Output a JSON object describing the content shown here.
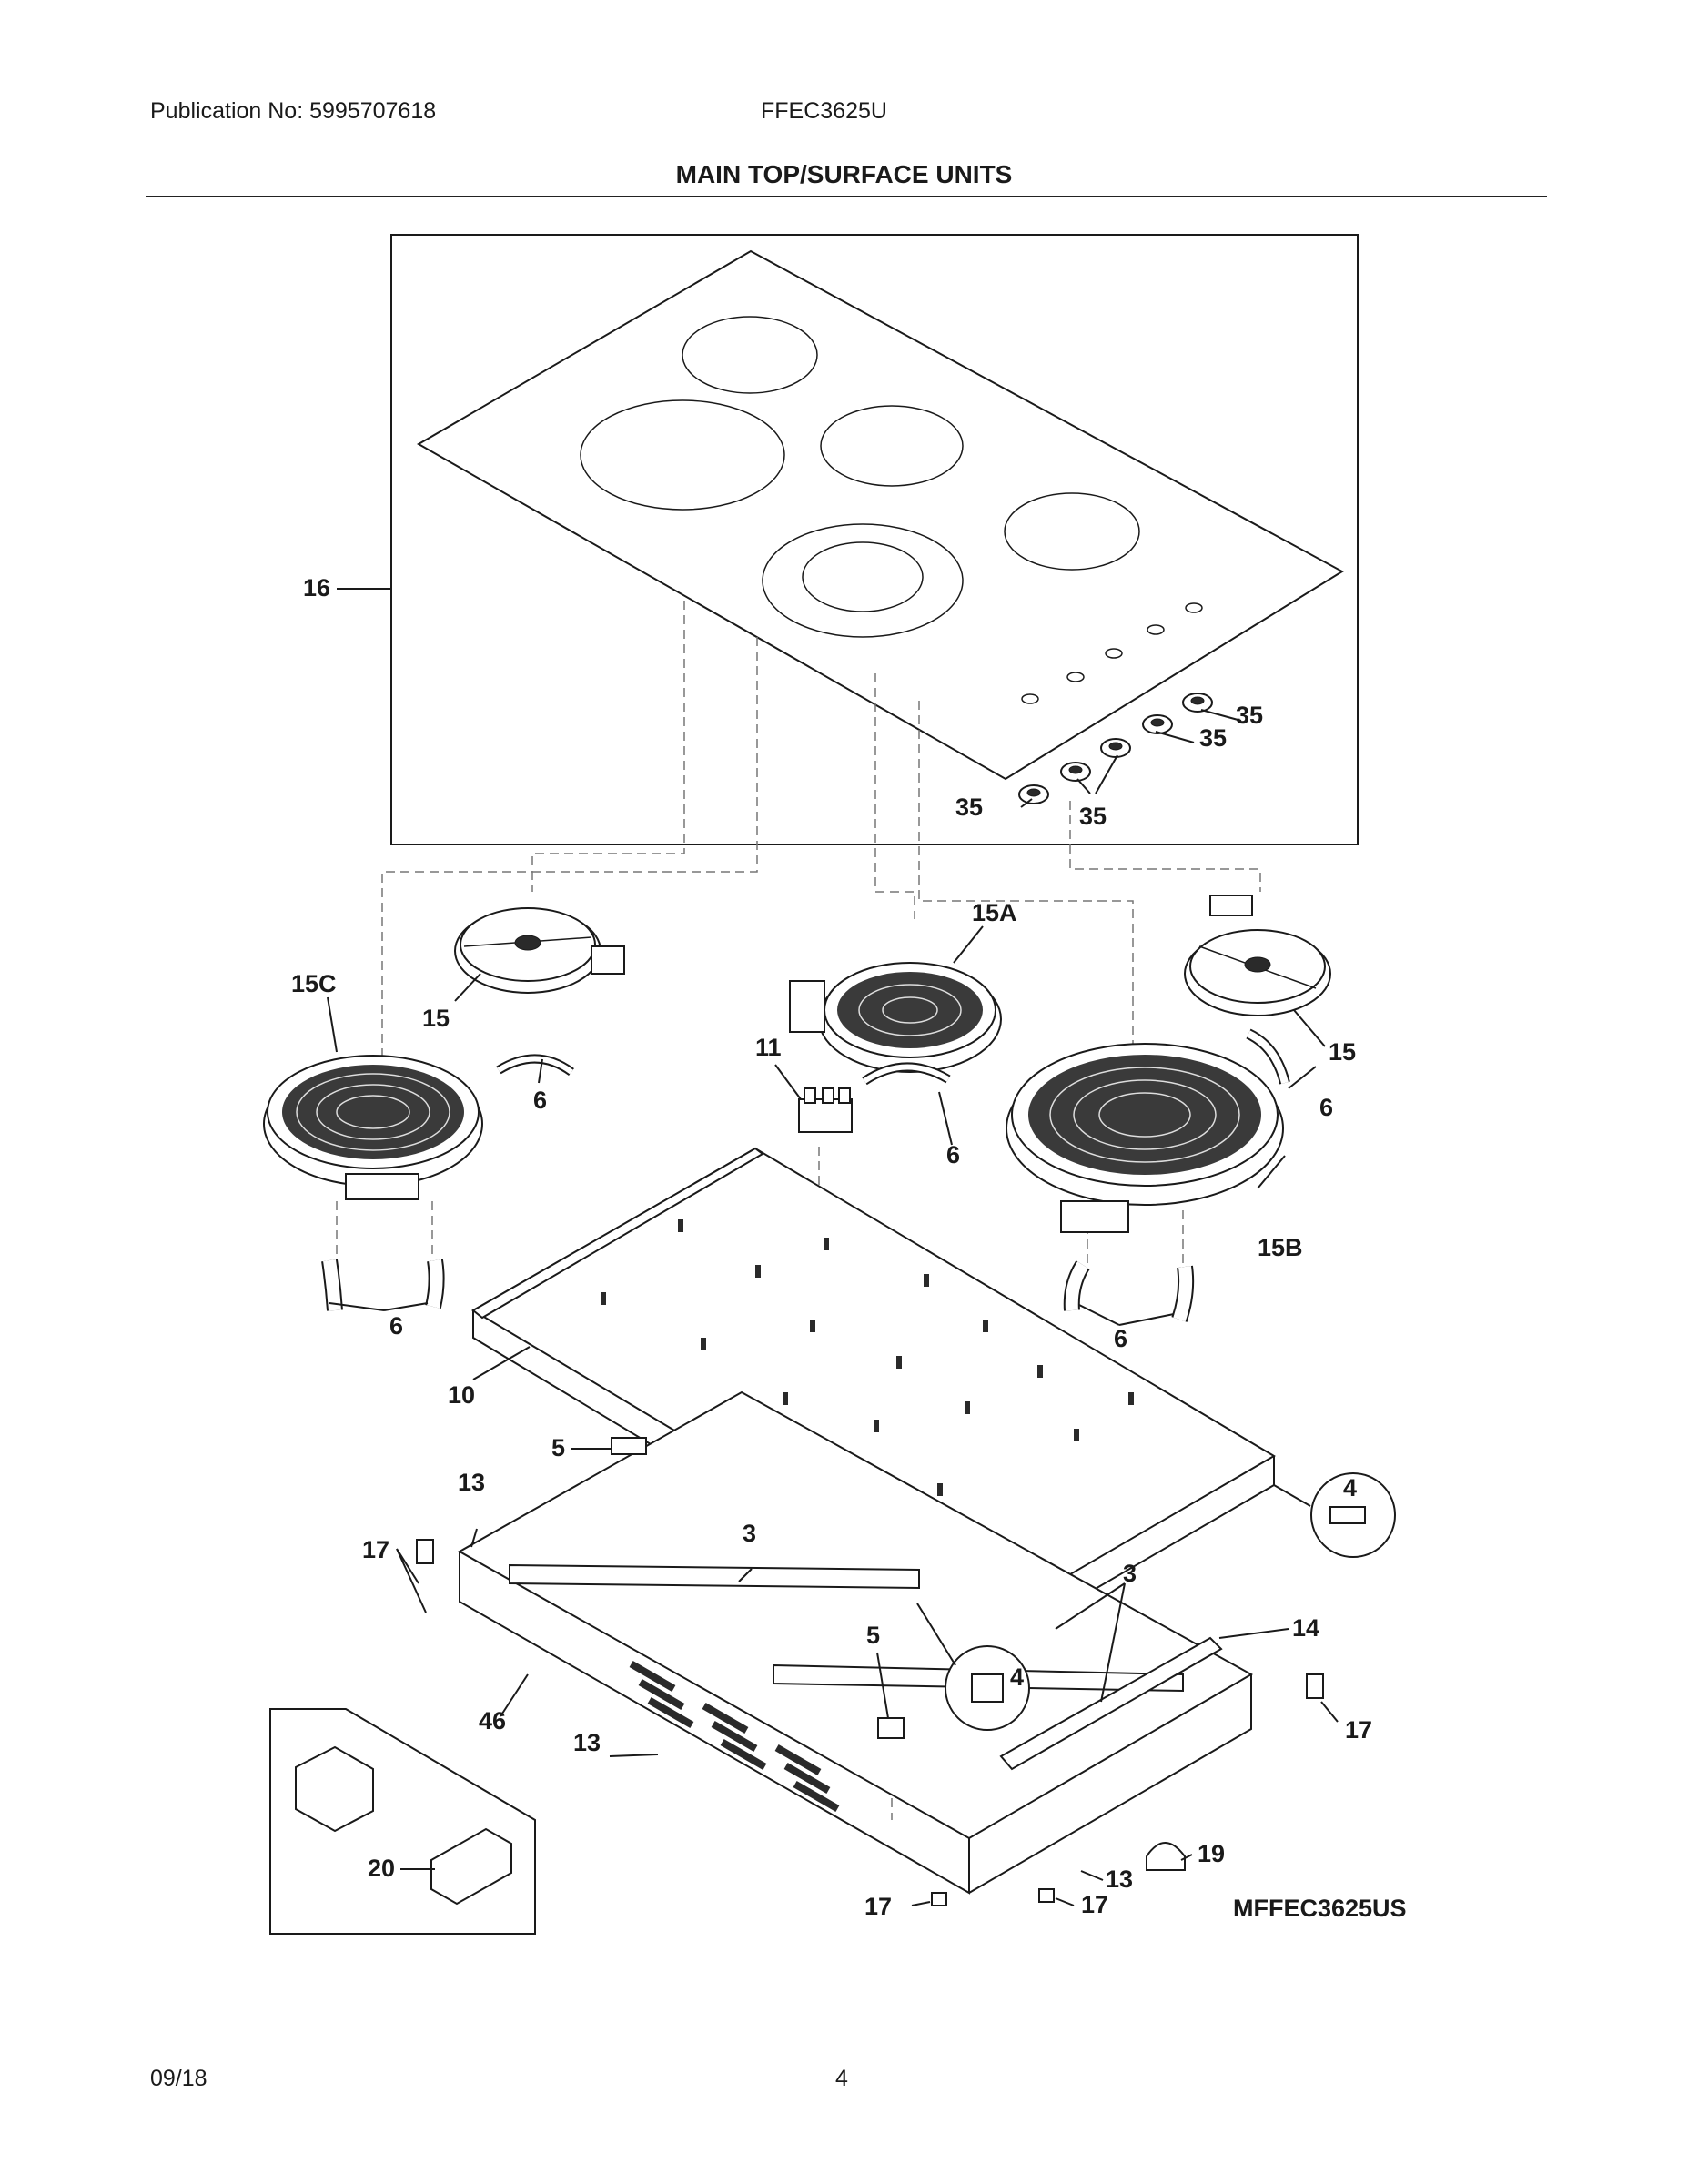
{
  "header": {
    "publication": "Publication No: 5995707618",
    "model": "FFEC3625U",
    "title": "MAIN TOP/SURFACE UNITS"
  },
  "footer": {
    "date": "09/18",
    "page": "4"
  },
  "diagram_code": "MFFEC3625US",
  "callouts": {
    "c16": "16",
    "c35a": "35",
    "c35b": "35",
    "c35c": "35",
    "c35d": "35",
    "c15A": "15A",
    "c15C": "15C",
    "c15a": "15",
    "c15b": "15",
    "c15B": "15B",
    "c6a": "6",
    "c6b": "6",
    "c6c": "6",
    "c6d": "6",
    "c6e": "6",
    "c11": "11",
    "c10": "10",
    "c5a": "5",
    "c5b": "5",
    "c4a": "4",
    "c4b": "4",
    "c13a": "13",
    "c13b": "13",
    "c13c": "13",
    "c3a": "3",
    "c3b": "3",
    "c17a": "17",
    "c17b": "17",
    "c17c": "17",
    "c17d": "17",
    "c14": "14",
    "c46": "46",
    "c20": "20",
    "c19": "19"
  }
}
